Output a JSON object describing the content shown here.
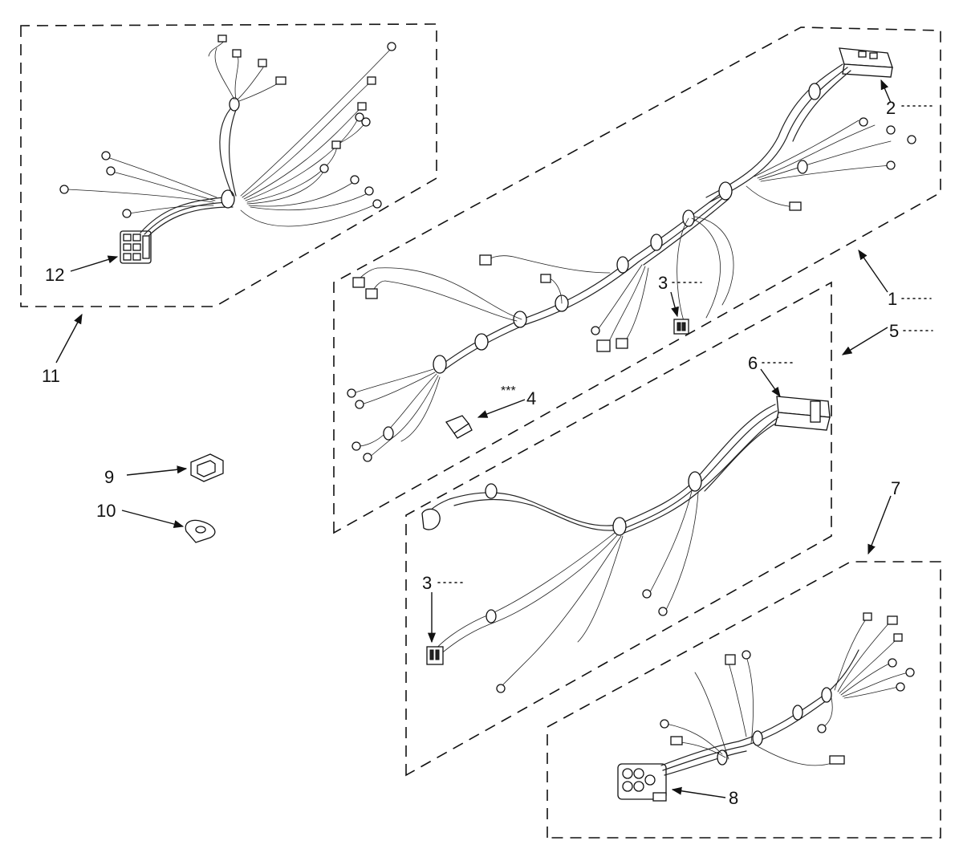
{
  "callouts": {
    "c1": "1",
    "c2": "2",
    "c3a": "3",
    "c3b": "3",
    "c4": "4",
    "c4_stars": "***",
    "c5": "5",
    "c6": "6",
    "c7": "7",
    "c8": "8",
    "c9": "9",
    "c10": "10",
    "c11": "11",
    "c12": "12"
  }
}
